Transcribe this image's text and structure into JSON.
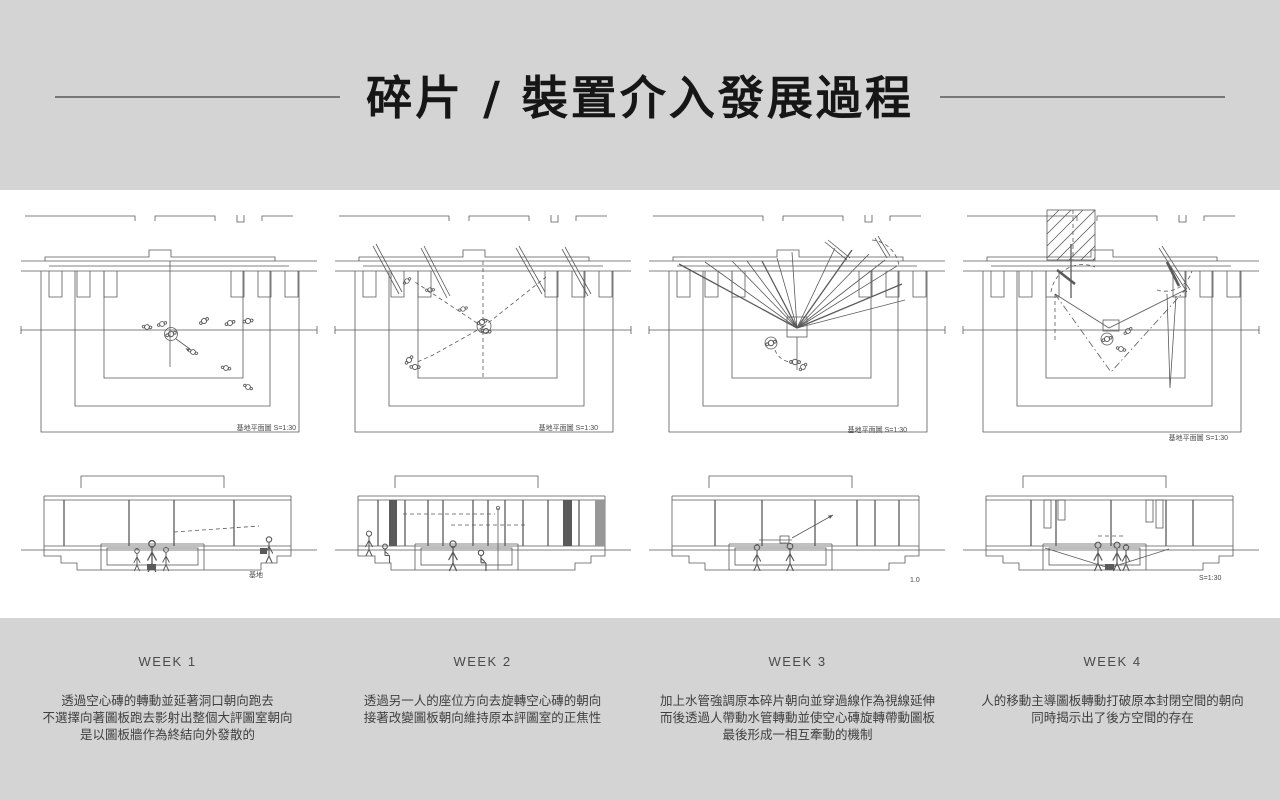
{
  "title": "碎片 / 裝置介入發展過程",
  "columns": [
    {
      "week": "WEEK 1",
      "lines": [
        "透過空心磚的轉動並延著洞口朝向跑去",
        "不選擇向著圖板跑去影射出整個大評圖室朝向",
        "是以圖板牆作為終結向外發散的"
      ],
      "plan_caption": "基地平面圖 S=1:30",
      "section_caption": "基地"
    },
    {
      "week": "WEEK 2",
      "lines": [
        "透過另一人的座位方向去旋轉空心磚的朝向",
        "接著改變圖板朝向維持原本評圖室的正焦性"
      ],
      "plan_caption": "基地平面圖 S=1:30",
      "section_caption": ""
    },
    {
      "week": "WEEK 3",
      "lines": [
        "加上水管強調原本碎片朝向並穿過線作為視線延伸",
        "而後透過人帶動水管轉動並使空心磚旋轉帶動圖板",
        "最後形成一相互牽動的機制"
      ],
      "plan_caption": "基地平面圖 S=1:30",
      "section_caption": "1.0"
    },
    {
      "week": "WEEK 4",
      "lines": [
        "人的移動主導圖板轉動打破原本封閉空間的朝向",
        "同時揭示出了後方空間的存在"
      ],
      "plan_caption": "基地平面圖 S=1:30",
      "section_caption": "S=1:30"
    }
  ],
  "colors": {
    "background": "#d4d4d4",
    "canvas": "#ffffff",
    "title": "#161616",
    "rule": "#787878",
    "ink": "#5a5a5a",
    "text": "#3f3f3f",
    "week": "#4a4a4a"
  }
}
